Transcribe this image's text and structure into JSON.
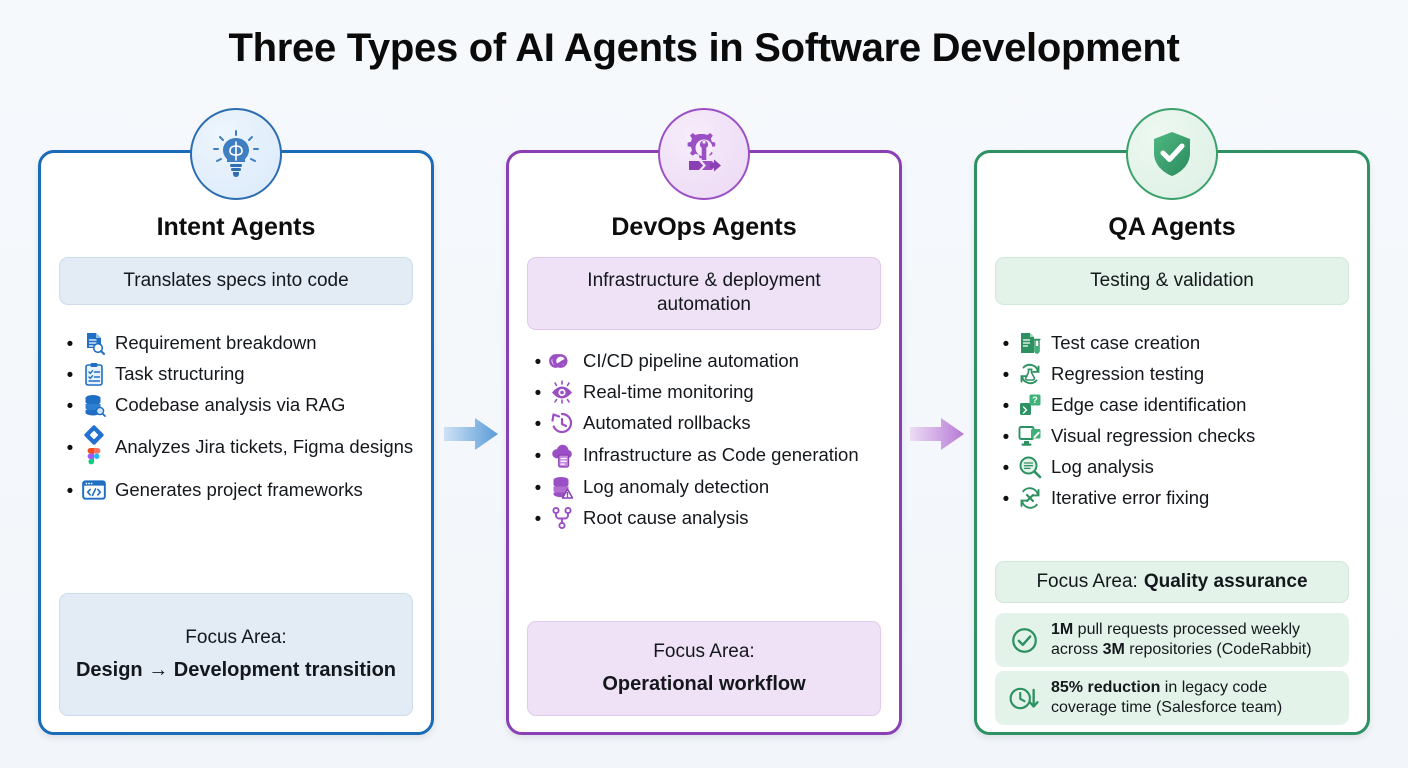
{
  "title": "Three Types of AI Agents in Software Development",
  "theme": {
    "background": "#f5f8fb",
    "blue": "#1a6cb8",
    "purple": "#8b3fb5",
    "green": "#2e9162",
    "pill_blue": "#e3ebf5",
    "pill_purple": "#f0e2f6",
    "pill_green": "#e4f3e9"
  },
  "cards": [
    {
      "badge_icon": "brain-lightbulb-icon",
      "title": "Intent Agents",
      "subtitle": "Translates specs into code",
      "features": [
        {
          "icons": [
            "document-search-icon"
          ],
          "label": "Requirement breakdown"
        },
        {
          "icons": [
            "clipboard-checklist-icon"
          ],
          "label": "Task structuring"
        },
        {
          "icons": [
            "database-search-icon"
          ],
          "label": "Codebase analysis via RAG"
        },
        {
          "icons": [
            "jira-icon",
            "figma-icon"
          ],
          "label": "Analyzes Jira tickets, Figma designs"
        },
        {
          "icons": [
            "code-window-icon"
          ],
          "label": "Generates project frameworks"
        }
      ],
      "focus_label": "Focus Area:",
      "focus_value": "Design → Development transition"
    },
    {
      "badge_icon": "gear-wrench-pipeline-icon",
      "title": "DevOps Agents",
      "subtitle": "Infrastructure & deployment automation",
      "features": [
        {
          "icons": [
            "infinity-icon"
          ],
          "label": "CI/CD pipeline automation"
        },
        {
          "icons": [
            "eye-monitor-icon"
          ],
          "label": "Real-time monitoring"
        },
        {
          "icons": [
            "clock-rewind-icon"
          ],
          "label": "Automated rollbacks"
        },
        {
          "icons": [
            "cloud-document-icon"
          ],
          "label": "Infrastructure as Code generation"
        },
        {
          "icons": [
            "database-warning-icon"
          ],
          "label": "Log anomaly detection"
        },
        {
          "icons": [
            "branch-node-icon"
          ],
          "label": "Root cause analysis"
        }
      ],
      "focus_label": "Focus Area:",
      "focus_value": "Operational workflow"
    },
    {
      "badge_icon": "shield-check-icon",
      "title": "QA Agents",
      "subtitle": "Testing & validation",
      "features": [
        {
          "icons": [
            "test-document-icon"
          ],
          "label": "Test case creation"
        },
        {
          "icons": [
            "regression-flask-icon"
          ],
          "label": "Regression testing"
        },
        {
          "icons": [
            "edge-case-question-icon"
          ],
          "label": "Edge case identification"
        },
        {
          "icons": [
            "monitor-visual-icon"
          ],
          "label": "Visual regression checks"
        },
        {
          "icons": [
            "log-magnifier-icon"
          ],
          "label": "Log analysis"
        },
        {
          "icons": [
            "iterative-fix-icon"
          ],
          "label": "Iterative error fixing"
        }
      ],
      "focus_label": "Focus Area:",
      "focus_value": "Quality assurance",
      "stats": [
        {
          "icon": "check-circle-icon",
          "line1_bold": "1M",
          "line1_rest": " pull requests processed weekly",
          "line2_pre": "across ",
          "line2_bold": "3M",
          "line2_rest": " repositories (CodeRabbit)"
        },
        {
          "icon": "clock-down-icon",
          "line1_bold": "85% reduction",
          "line1_rest": " in legacy code",
          "line2_pre": "",
          "line2_bold": "",
          "line2_rest": "coverage time (Salesforce team)"
        }
      ]
    }
  ],
  "arrows": [
    {
      "name": "arrow-intent-to-devops",
      "color": "#5a9bd8"
    },
    {
      "name": "arrow-devops-to-qa",
      "color": "#b77ad6"
    }
  ]
}
